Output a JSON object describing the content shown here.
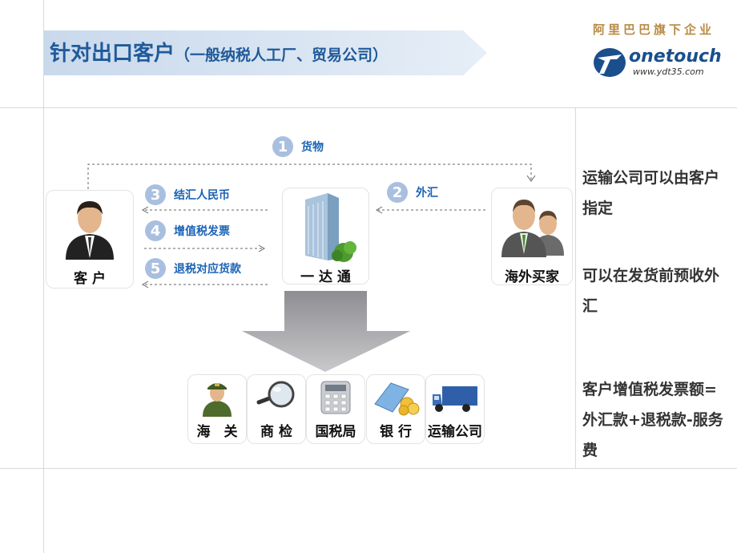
{
  "header": {
    "title_main": "针对出口客户",
    "title_sub": "（一般纳税人工厂、贸易公司）",
    "brand_tagline": "阿里巴巴旗下企业",
    "logo_word": "onetouch",
    "logo_url": "www.ydt35.com"
  },
  "nodes": {
    "client": "客 户",
    "ydt": "一 达 通",
    "buyer": "海外买家"
  },
  "steps": [
    {
      "num": "1",
      "label": "货物"
    },
    {
      "num": "2",
      "label": "外汇"
    },
    {
      "num": "3",
      "label": "结汇人民币"
    },
    {
      "num": "4",
      "label": "增值税发票"
    },
    {
      "num": "5",
      "label": "退税对应货款"
    }
  ],
  "agencies": [
    {
      "label": "海　关",
      "icon": "customs-officer-icon"
    },
    {
      "label": "商 检",
      "icon": "magnifier-icon"
    },
    {
      "label": "国税局",
      "icon": "calculator-icon"
    },
    {
      "label": "银 行",
      "icon": "bank-card-coins-icon"
    },
    {
      "label": "运输公司",
      "icon": "truck-icon"
    }
  ],
  "notes": [
    "运输公司可以由客户指定",
    "可以在发货前预收外汇",
    "客户增值税发票额=外汇款+退税款-服务费"
  ],
  "colors": {
    "title": "#1f5a9a",
    "step_text": "#1b63b5",
    "step_circle": "#a9bfdf",
    "brand": "#b98a45"
  }
}
